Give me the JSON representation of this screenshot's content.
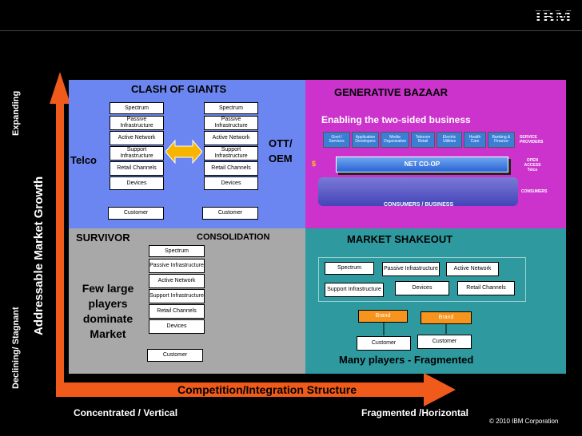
{
  "logo": "IBM",
  "copyright": "© 2010 IBM Corporation",
  "axes": {
    "y_top": "Expanding",
    "y_bottom": "Declining/ Stagnant",
    "y_title": "Addressable Market Growth",
    "x_title": "Competition/Integration Structure",
    "x_left": "Concentrated / Vertical",
    "x_right": "Fragmented /Horizontal"
  },
  "quadrants": {
    "clash": {
      "title": "CLASH OF GIANTS",
      "left_label": "Telco",
      "right_label": "OTT/\nOEM",
      "stack": [
        "Spectrum",
        "Passive Infrastructure",
        "Active Network",
        "Support Infrastructure",
        "Retail Channels",
        "Devices"
      ],
      "customer": "Customer"
    },
    "bazaar": {
      "title": "GENERATIVE BAZAAR",
      "subtitle": "Enabling the two-sided business",
      "providers": [
        "Govt / Services",
        "Application Developers",
        "Media Organization",
        "Telecom Retail",
        "Electric Utilities",
        "Health Care",
        "Banking & Finance"
      ],
      "service_providers": "SERVICE PROVIDERS",
      "netcoop": "NET CO-OP",
      "open_access": "OPEN ACCESS Telco",
      "consumers_right": "CONSUMERS",
      "consumers_business": "CONSUMERS / BUSINESS",
      "dollar": "$"
    },
    "survivor": {
      "title": "SURVIVOR",
      "consolidation": "CONSOLIDATION",
      "text": "Few large players dominate Market",
      "stack": [
        "Spectrum",
        "Passive Infrastructure",
        "Active Network",
        "Support Infrastructure",
        "Retail Channels",
        "Devices"
      ],
      "customer": "Customer"
    },
    "shakeout": {
      "title": "MARKET SHAKEOUT",
      "row1": [
        "Spectrum",
        "Passive Infrastructure",
        "Active Network"
      ],
      "row2": [
        "Support Infrastructure",
        "Devices",
        "Retail Channels"
      ],
      "brand": "Brand",
      "customer": "Customer",
      "footer": "Many players - Fragmented"
    }
  },
  "colors": {
    "clash": "#6b86f0",
    "bazaar": "#cc33cc",
    "survivor": "#a8a8a8",
    "shakeout": "#2e9aa0",
    "arrow": "#f05a1a",
    "brand": "#f7941d"
  }
}
